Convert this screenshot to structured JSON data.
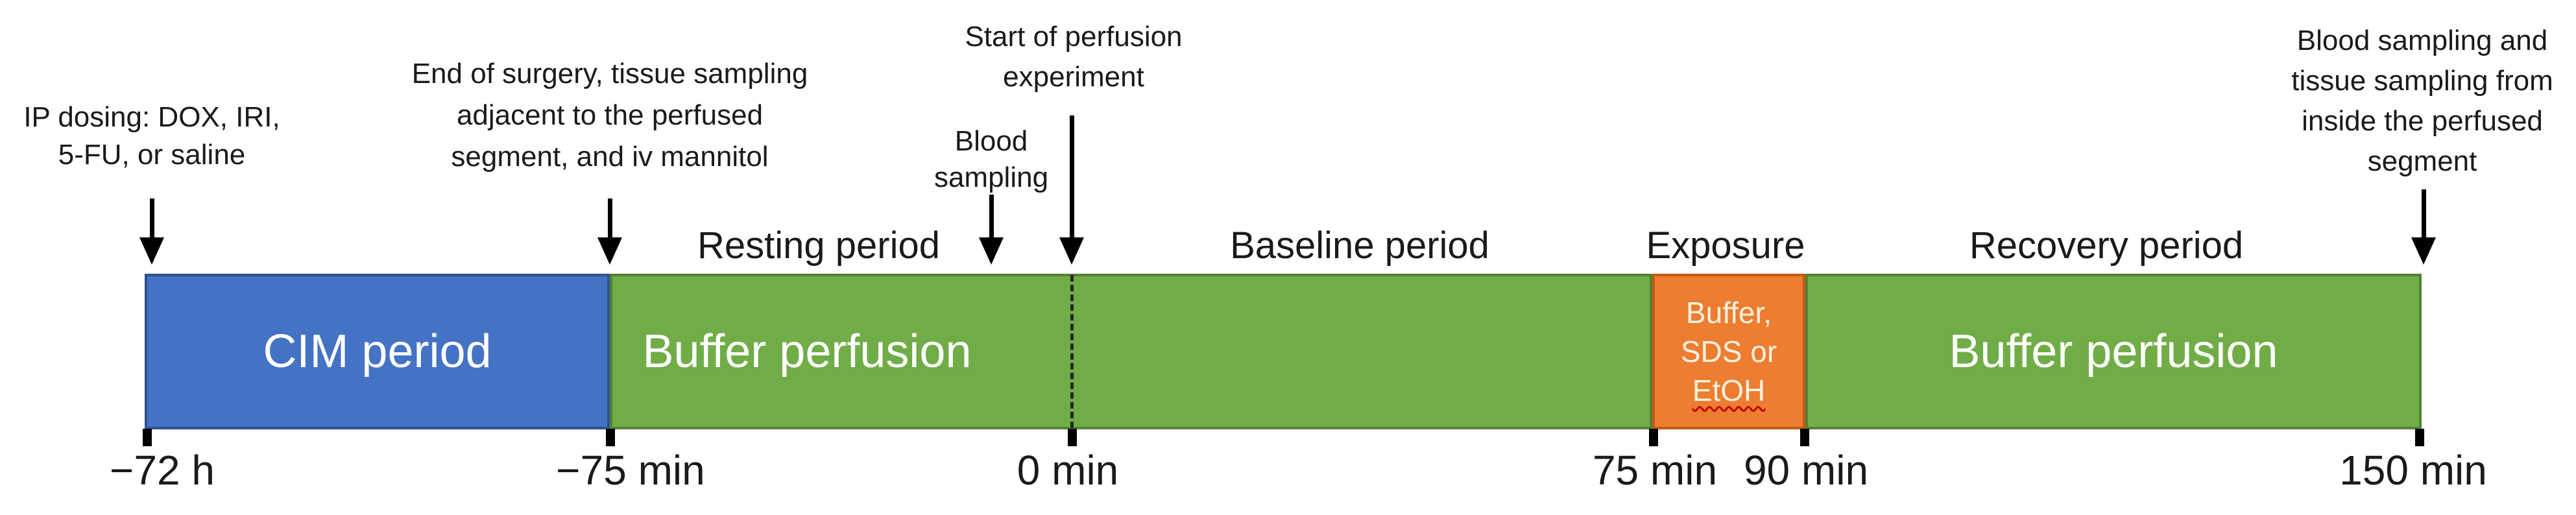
{
  "figure": {
    "type": "experiment-timeline",
    "background": "#FFFFFF"
  },
  "colors": {
    "blue_fill": "#4472C4",
    "blue_border": "#2F528F",
    "green_fill": "#70AD47",
    "green_border": "#538135",
    "orange_fill": "#ED7D31",
    "orange_border": "#C55A11",
    "bar_label_text": "#FFFFFF",
    "orange_label_text": "#FDF2DE",
    "annotation_text": "#1A1A1A",
    "arrow_color": "#000000",
    "spellcheck_squiggle": "#C00000"
  },
  "annotations": [
    {
      "id": "ip-dosing",
      "lines": [
        "IP dosing: DOX, IRI,",
        "5-FU, or saline"
      ]
    },
    {
      "id": "end-of-surgery",
      "lines": [
        "End of surgery, tissue sampling",
        "adjacent to the perfused",
        "segment, and iv mannitol"
      ]
    },
    {
      "id": "start-of-perfusion",
      "lines": [
        "Start of perfusion",
        "experiment"
      ]
    },
    {
      "id": "blood-sampling",
      "lines": [
        "Blood",
        "sampling"
      ]
    },
    {
      "id": "final-sampling",
      "lines": [
        "Blood sampling and",
        "tissue sampling from",
        "inside the perfused",
        "segment"
      ]
    }
  ],
  "periods": [
    {
      "label": "Resting period"
    },
    {
      "label": "Baseline period"
    },
    {
      "label": "Exposure"
    },
    {
      "label": "Recovery period"
    }
  ],
  "segments": [
    {
      "label": "CIM period",
      "fill": "#4472C4"
    },
    {
      "label": "Buffer perfusion",
      "fill": "#70AD47"
    },
    {
      "lines": [
        "Buffer,",
        "SDS or",
        "EtOH"
      ],
      "fill": "#ED7D31"
    },
    {
      "label": "Buffer perfusion",
      "fill": "#70AD47"
    }
  ],
  "timeline": {
    "tick_labels": [
      "−72 h",
      "−75 min",
      "0 min",
      "75 min",
      "90 min",
      "150 min"
    ],
    "events": [
      {
        "time": "−72 h",
        "event": "IP dosing: DOX, IRI, 5-FU, or saline"
      },
      {
        "time": "−75 min",
        "event": "End of surgery, tissue sampling adjacent to the perfused segment, and iv mannitol"
      },
      {
        "time": "before 0 min",
        "event": "Blood sampling"
      },
      {
        "time": "0 min",
        "event": "Start of perfusion experiment"
      },
      {
        "time": "75–90 min",
        "event": "Exposure: Buffer, SDS or EtOH"
      },
      {
        "time": "150 min",
        "event": "Blood sampling and tissue sampling from inside the perfused segment"
      }
    ]
  }
}
